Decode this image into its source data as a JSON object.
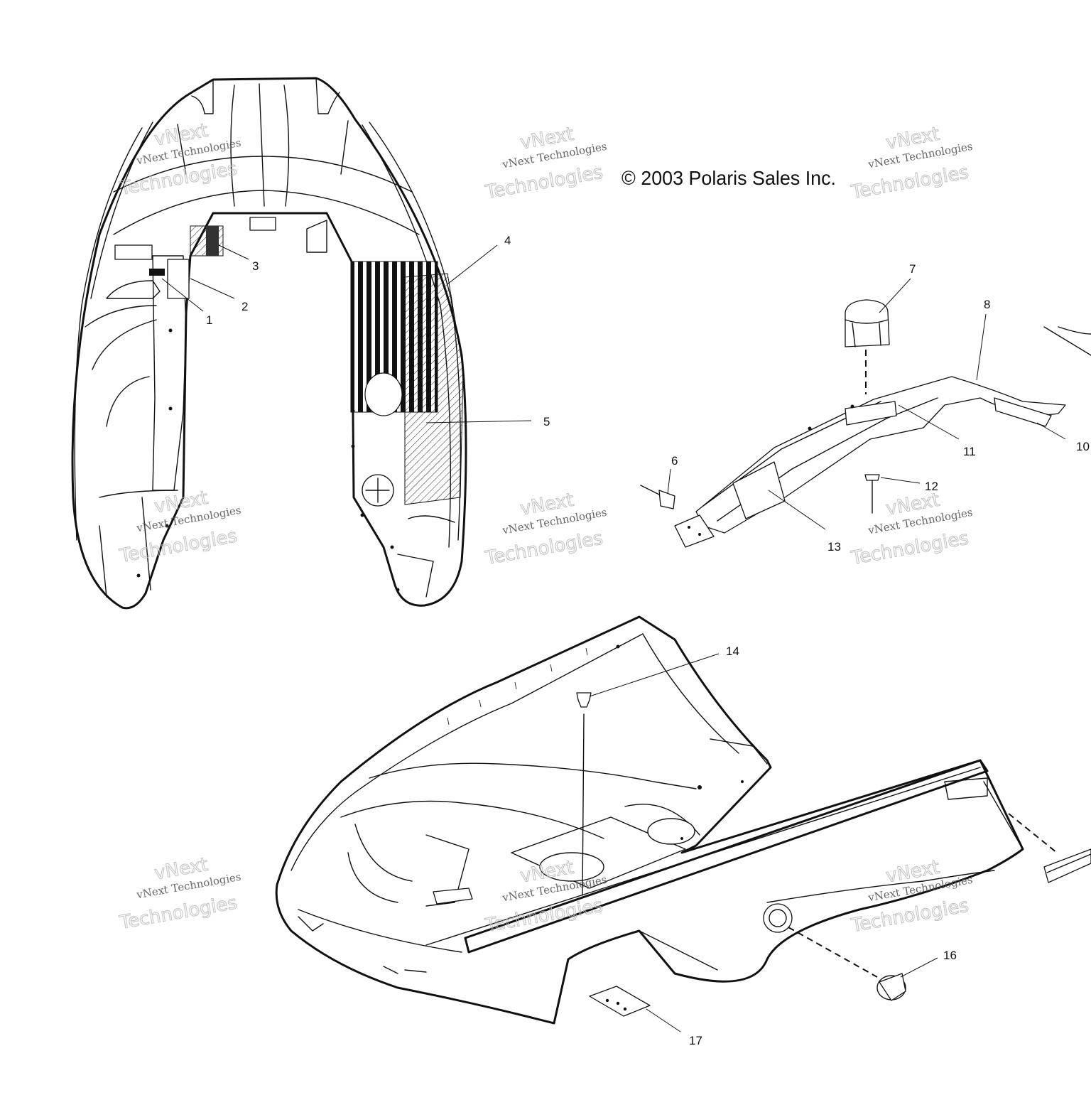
{
  "title": "© 2003 Polaris Sales Inc.",
  "watermark": {
    "line1": "vNext",
    "line2": "vNext Technologies",
    "line3": "Technologies"
  },
  "callouts": [
    "1",
    "2",
    "3",
    "4",
    "5",
    "6",
    "7",
    "8",
    "10",
    "11",
    "12",
    "13",
    "14",
    "16",
    "17"
  ],
  "colors": {
    "ink": "#111111",
    "watermark": "#b9b9b9",
    "background": "#ffffff"
  }
}
